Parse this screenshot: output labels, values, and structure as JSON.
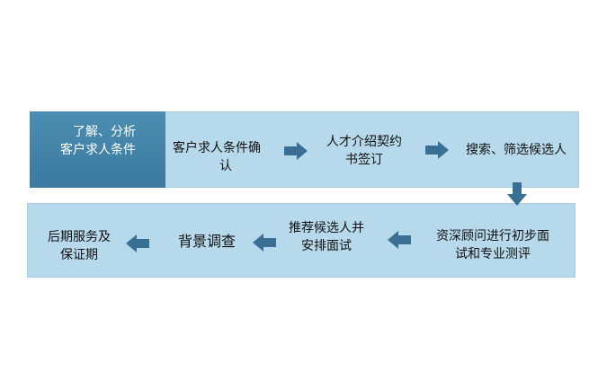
{
  "flow": {
    "steps": [
      {
        "lines": [
          "了解、分析",
          "客户求人条件"
        ]
      },
      {
        "lines": [
          "客户求人条件确",
          "认"
        ]
      },
      {
        "lines": [
          "人才介绍契约",
          "书签订"
        ]
      },
      {
        "lines": [
          "搜索、筛选候选人"
        ]
      },
      {
        "lines": [
          "资深顾问进行初步面",
          "试和专业测评"
        ]
      },
      {
        "lines": [
          "推荐候选人并",
          "安排面试"
        ]
      },
      {
        "lines": [
          "背景调查"
        ]
      },
      {
        "lines": [
          "后期服务及",
          "保证期"
        ]
      }
    ],
    "colors": {
      "band": "#b7d9ec",
      "first_step_fill": "#3f7fa6",
      "arrow": "#3a6f94"
    }
  }
}
